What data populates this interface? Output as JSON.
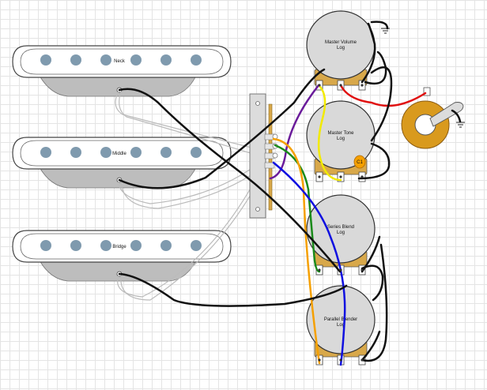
{
  "pickups": [
    {
      "label": "Neck"
    },
    {
      "label": "Middle"
    },
    {
      "label": "Bridge"
    }
  ],
  "pots": [
    {
      "line1": "Master Volume",
      "line2": "Log"
    },
    {
      "line1": "Master Tone",
      "line2": "Log"
    },
    {
      "line1": "Series Blend",
      "line2": "Log"
    },
    {
      "line1": "Parallel Blender",
      "line2": "Log"
    }
  ],
  "capacitor": {
    "label": "C1"
  },
  "colors": {
    "black": "#111111",
    "red": "#e01010",
    "yellow": "#f2ea00",
    "purple": "#6a1b9a",
    "green": "#1a8a1a",
    "orange": "#f5a000",
    "blue": "#1010e0",
    "white_wire": "#bbbbbb",
    "jack_brass": "#d99a1e",
    "pot_base": "#d8a84a"
  },
  "icons": [
    "ground-symbol-icon",
    "output-jack-icon",
    "five-way-switch-icon",
    "capacitor-icon"
  ]
}
